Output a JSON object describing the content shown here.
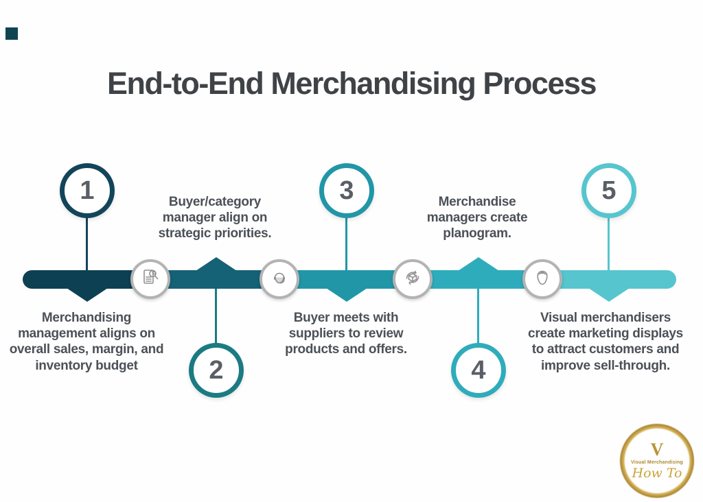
{
  "page": {
    "title": "End-to-End Merchandising Process",
    "background_color": "#fefefe",
    "corner_mark_color": "#0f4552"
  },
  "timeline": {
    "steps": [
      {
        "number": "1",
        "circle_side": "above",
        "color": "#0d4053",
        "ring_color": "#12455a",
        "description": "Merchandising management aligns on overall sales, margin, and inventory budget"
      },
      {
        "number": "2",
        "circle_side": "below",
        "color": "#156175",
        "ring_color": "#1b7b82",
        "description": "Buyer/category manager align on strategic priorities."
      },
      {
        "number": "3",
        "circle_side": "above",
        "color": "#2196a7",
        "ring_color": "#2196a7",
        "description": "Buyer meets with suppliers to review products and offers."
      },
      {
        "number": "4",
        "circle_side": "below",
        "color": "#2facbb",
        "ring_color": "#2facbb",
        "description": "Merchandise managers create planogram."
      },
      {
        "number": "5",
        "circle_side": "above",
        "color": "#56c5ce",
        "ring_color": "#56c5ce",
        "description": "Visual merchandisers create marketing displays to attract customers and improve sell-through."
      }
    ],
    "icons": [
      {
        "name": "report-analysis-icon"
      },
      {
        "name": "support-agent-icon"
      },
      {
        "name": "product-cycle-icon"
      },
      {
        "name": "mannequin-head-icon"
      }
    ],
    "number_text_color": "#5a5f66",
    "description_text_color": "#4c5157"
  },
  "logo": {
    "initial": "V",
    "line1": "Visual Merchandising",
    "line2": "How To",
    "gold_color": "#bb9336"
  }
}
